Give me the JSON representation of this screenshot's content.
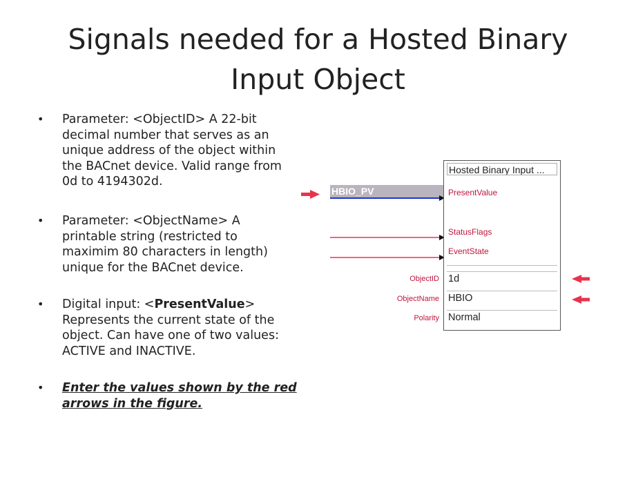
{
  "slide": {
    "title_line1": "Signals needed for a Hosted Binary",
    "title_line2": "Input Object",
    "bullets": [
      {
        "lines": [
          "Parameter: <ObjectID> A 22-bit",
          "decimal number that serves as an",
          "unique address of the object within",
          "the BACnet device. Valid range from",
          "0d to 4194302d."
        ]
      },
      {
        "lines": [
          "Parameter: <ObjectName>  A",
          "printable string (restricted to",
          "maximim 80 characters in length)",
          "unique for the BACnet device."
        ]
      },
      {
        "line1_prefix": "Digital input: <",
        "line1_bold": "PresentValue",
        "line1_suffix": ">",
        "lines": [
          "Represents the current state of the",
          "object. Can have one of two values:",
          "ACTIVE and INACTIVE."
        ]
      },
      {
        "lines": [
          "Enter the values shown by the red",
          "arrows in the figure."
        ]
      }
    ],
    "bullet_char": "•"
  },
  "diagram": {
    "block_title": "Hosted Binary Input ...",
    "input_tag": "HBIO_PV",
    "ports": [
      "PresentValue",
      "StatusFlags",
      "EventState"
    ],
    "properties": [
      {
        "name": "ObjectID",
        "value": "1d",
        "arrow": true
      },
      {
        "name": "ObjectName",
        "value": "HBIO",
        "arrow": true
      },
      {
        "name": "Polarity",
        "value": "Normal",
        "arrow": false
      }
    ],
    "colors": {
      "arrow_red": "#e8334d",
      "wire_red": "#e8334d",
      "wire_blue": "#2233cc",
      "label_red": "#c0143c",
      "tag_bg": "#b9b4bd"
    }
  }
}
